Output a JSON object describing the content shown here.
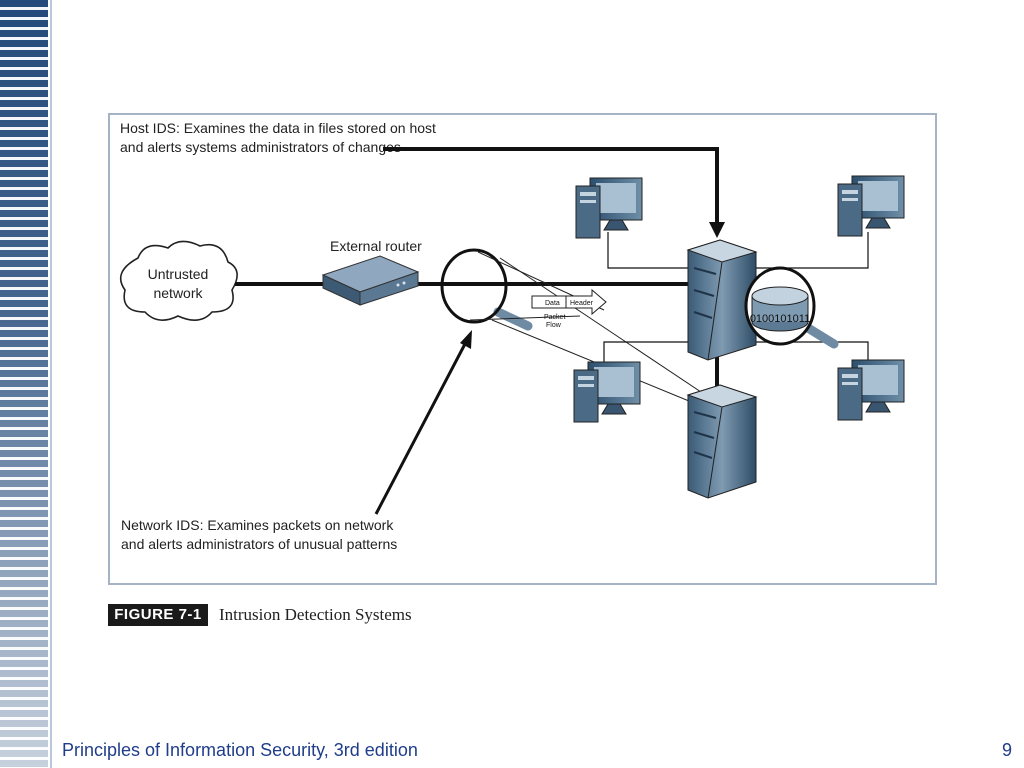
{
  "diagram": {
    "host_ids_line1": "Host IDS: Examines the data in files stored on host",
    "host_ids_line2": "and alerts systems administrators of changes",
    "network_ids_line1": "Network IDS: Examines packets on network",
    "network_ids_line2": "and alerts administrators of unusual patterns",
    "external_router": "External router",
    "untrusted_line1": "Untrusted",
    "untrusted_line2": "network",
    "packet_data": "Data",
    "packet_header": "Header",
    "packet_flow_line1": "Packet",
    "packet_flow_line2": "Flow",
    "binary": "0100101011"
  },
  "caption": {
    "tag": "FIGURE 7-1",
    "title": "Intrusion Detection Systems"
  },
  "footer": {
    "title": "Principles of Information Security, 3rd edition",
    "page": "9"
  },
  "colors": {
    "accent_stripe": "#234a7a",
    "frame": "#a6b3c7",
    "footer_text": "#1f3d8a"
  }
}
